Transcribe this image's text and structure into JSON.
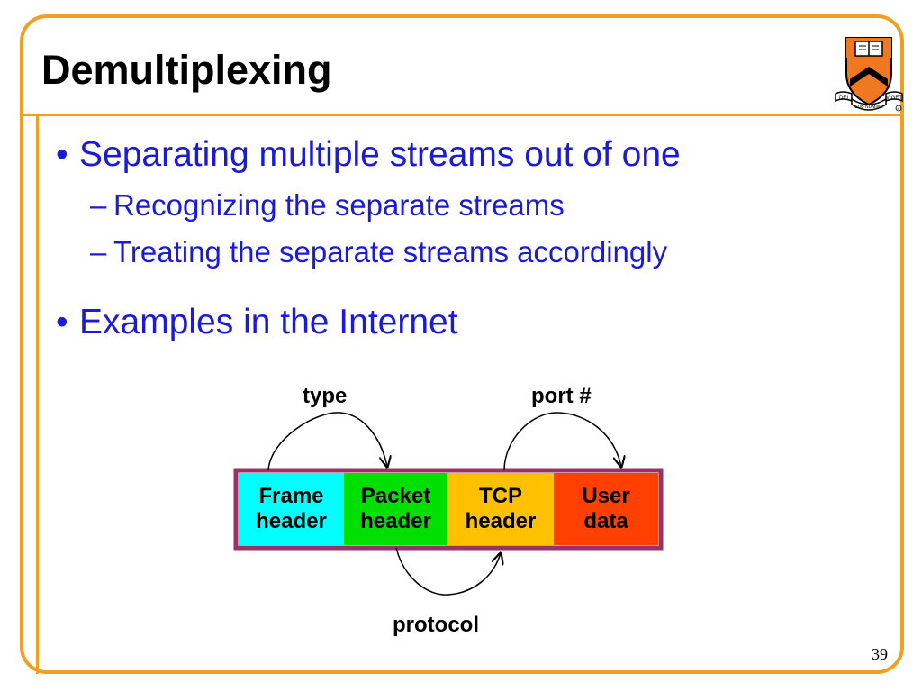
{
  "slide": {
    "title": "Demultiplexing",
    "page_number": "39"
  },
  "bullets": [
    {
      "text": "Separating multiple streams out of one",
      "subitems": [
        "Recognizing the separate streams",
        "Treating the separate streams accordingly"
      ]
    },
    {
      "text": "Examples in the Internet",
      "subitems": []
    }
  ],
  "diagram": {
    "cells": [
      {
        "line1": "Frame",
        "line2": "header",
        "color": "#00ffff"
      },
      {
        "line1": "Packet",
        "line2": "header",
        "color": "#00e000"
      },
      {
        "line1": "TCP",
        "line2": "header",
        "color": "#ffc000"
      },
      {
        "line1": "User",
        "line2": "data",
        "color": "#ff4000"
      }
    ],
    "border_color": "#993366",
    "arrows": [
      {
        "label": "type"
      },
      {
        "label": "port #"
      },
      {
        "label": "protocol"
      }
    ]
  },
  "colors": {
    "accent": "#f0a020",
    "bullet_text": "#1a1ad8"
  },
  "logo": {
    "icon": "princeton-shield-icon",
    "motto_left": "DEI",
    "motto_mid": "SUB NUMINE",
    "motto_right": "VIGET"
  }
}
